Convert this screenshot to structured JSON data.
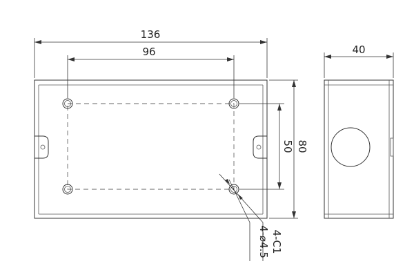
{
  "dimensions": {
    "overall_width": "136",
    "hole_spacing_width": "96",
    "overall_height": "80",
    "hole_spacing_height": "50",
    "depth": "40"
  },
  "annotations": {
    "chamfer": "4-C1",
    "holes": "4-⌀4.5"
  }
}
